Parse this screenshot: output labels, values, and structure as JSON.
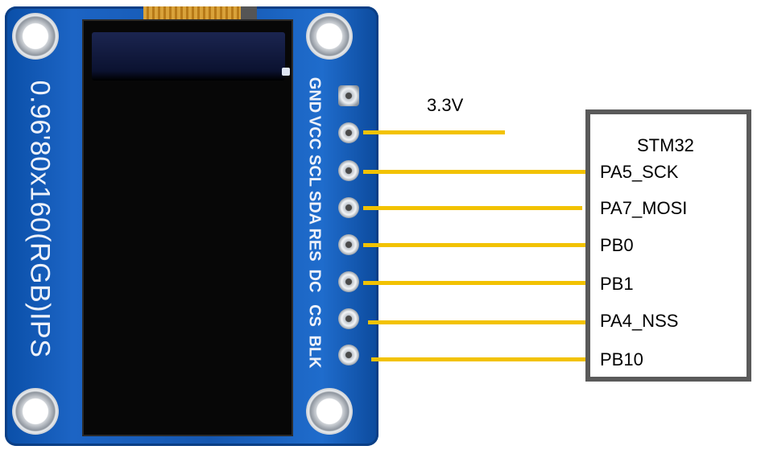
{
  "module": {
    "model_text": "0.96'80x160(RGB)IPS",
    "pins": [
      "GND",
      "VCC",
      "SCL",
      "SDA",
      "RES",
      "DC",
      "CS",
      "BLK"
    ]
  },
  "supply_label": "3.3V",
  "mcu": {
    "title": "STM32",
    "ports": [
      "PA5_SCK",
      "PA7_MOSI",
      "PB0",
      "PB1",
      "PA4_NSS",
      "PB10"
    ]
  },
  "colors": {
    "wire": "#f2c200",
    "pcb": "#1557b0",
    "box_border": "#5a5a5a"
  }
}
